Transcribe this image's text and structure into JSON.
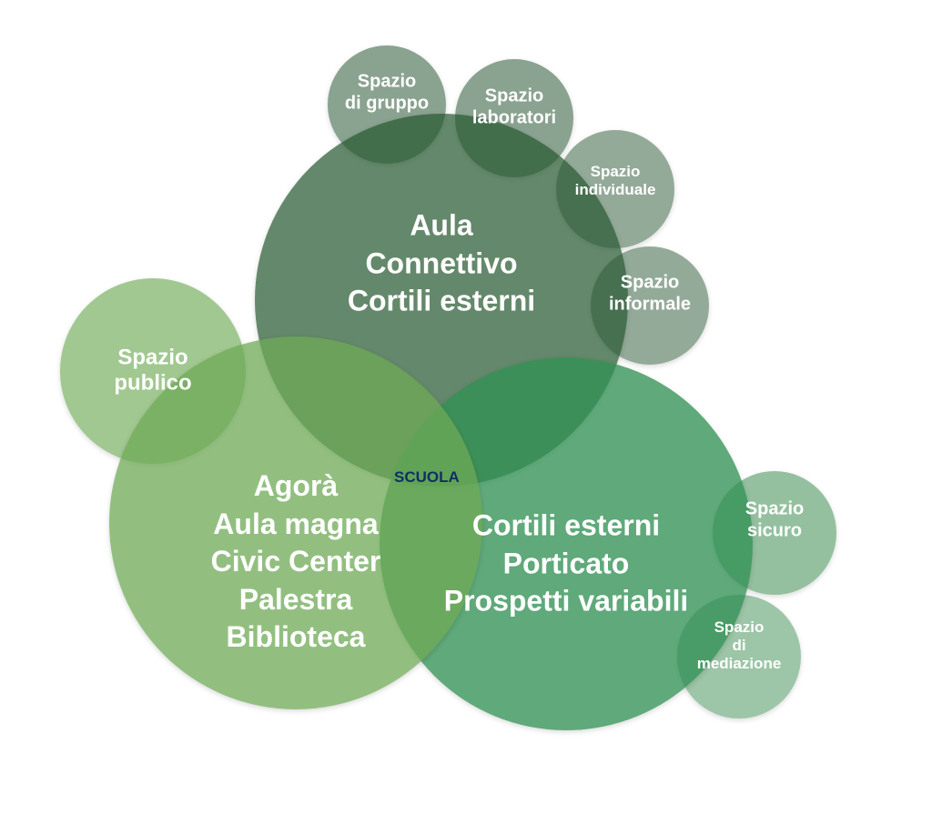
{
  "center_label": "SCUOLA",
  "main_circles": [
    {
      "name": "top",
      "lines": [
        "Aula",
        "Connettivo",
        "Cortili esterni"
      ]
    },
    {
      "name": "left",
      "lines": [
        "Agorà",
        "Aula magna",
        "Civic Center",
        "Palestra",
        "Biblioteca"
      ]
    },
    {
      "name": "right",
      "lines": [
        "Cortili esterni",
        "Porticato",
        "Prospetti variabili"
      ]
    }
  ],
  "satellites": [
    {
      "lines": [
        "Spazio",
        "publico"
      ]
    },
    {
      "lines": [
        "Spazio",
        "di gruppo"
      ]
    },
    {
      "lines": [
        "Spazio",
        "laboratori"
      ]
    },
    {
      "lines": [
        "Spazio",
        "individuale"
      ]
    },
    {
      "lines": [
        "Spazio",
        "informale"
      ]
    },
    {
      "lines": [
        "Spazio",
        "sicuro"
      ]
    },
    {
      "lines": [
        "Spazio",
        "di",
        "mediazione"
      ]
    }
  ],
  "colors": {
    "top": "#2f6a3f",
    "left": "#7ab462",
    "right": "#3c9760",
    "satellite_dark": "#5b7f63",
    "satellite_light": "#7fb46a"
  }
}
